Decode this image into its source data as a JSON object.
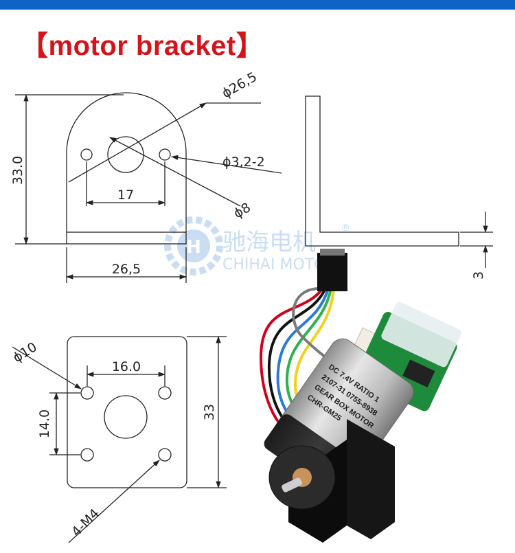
{
  "header": {
    "title": "【motor bracket】",
    "accent_color": "#0f63c8",
    "title_color": "#d4141a"
  },
  "watermark": {
    "cn": "驰海电机",
    "en": "CHIHAI MOTOR",
    "reg": "®",
    "color": "#9fc3ea"
  },
  "top_view": {
    "dia_outer": "ϕ26,5",
    "dia_holes": "ϕ3,2-2",
    "dia_center": "ϕ8",
    "height": "33.0",
    "hole_spacing": "17",
    "width": "26,5"
  },
  "side_view": {
    "thickness": "3"
  },
  "bottom_view": {
    "dia_hole": "ϕ10",
    "h_spacing": "16.0",
    "v_spacing": "14.0",
    "height": "33",
    "screws": "4-M4"
  },
  "photo": {
    "label_lines": [
      "DC 7.4V RATIO 1",
      "2107-31  0755-8938",
      "GEAR BOX MOTOR",
      "CHR-GM25"
    ]
  }
}
